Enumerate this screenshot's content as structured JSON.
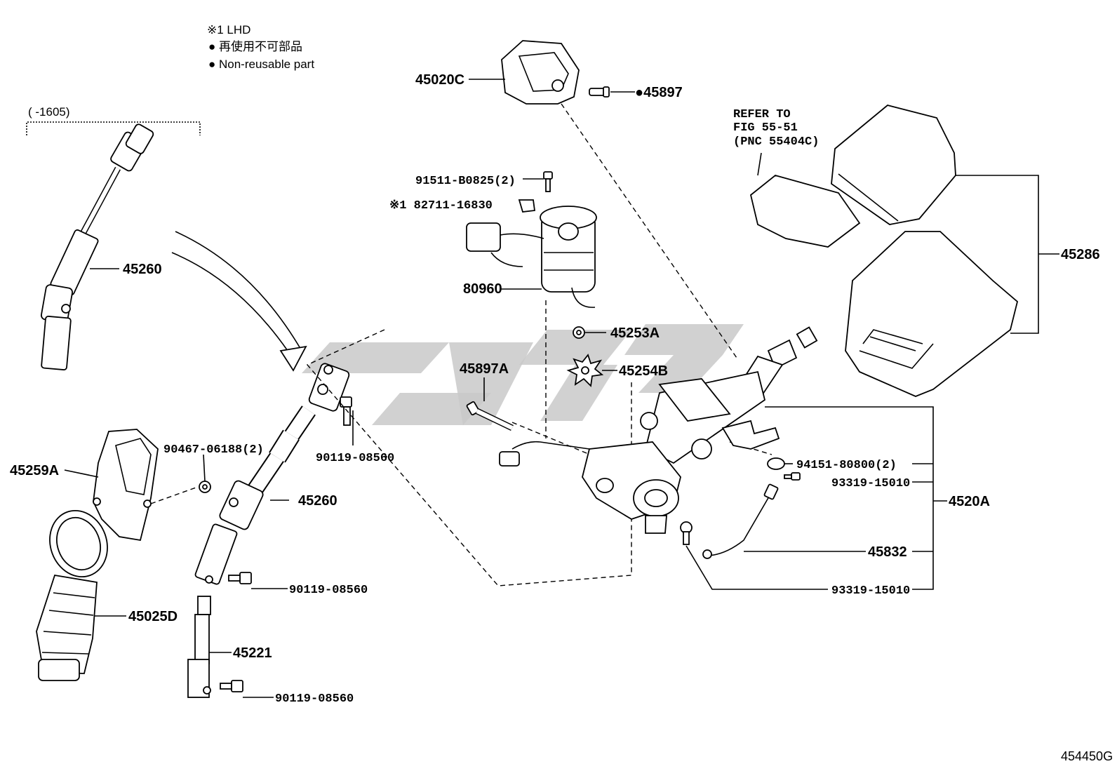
{
  "notes": {
    "lhd": "※1 LHD",
    "non_reusable_jp": "● 再使用不可部品",
    "non_reusable_en": "● Non-reusable part",
    "range": "(      -1605)"
  },
  "refer": {
    "line1": "REFER TO",
    "line2": "FIG 55-51",
    "line3": "(PNC 55404C)"
  },
  "labels": {
    "p45020C": "45020C",
    "p45897": "●45897",
    "p91511": "91511-B0825(2)",
    "p82711": "※1 82711-16830",
    "p80960": "80960",
    "p45253A": "45253A",
    "p45254B": "45254B",
    "p45897A": "45897A",
    "p45260_top": "45260",
    "p45260_mid": "45260",
    "p90467": "90467-06188(2)",
    "p90119_a": "90119-08560",
    "p90119_b": "90119-08560",
    "p90119_c": "90119-08560",
    "p45259A": "45259A",
    "p45025D": "45025D",
    "p45221": "45221",
    "p45286": "45286",
    "p94151": "94151-80800(2)",
    "p93319_a": "93319-15010",
    "p93319_b": "93319-15010",
    "p4520A": "4520A",
    "p45832": "45832"
  },
  "figure_code": "454450G"
}
